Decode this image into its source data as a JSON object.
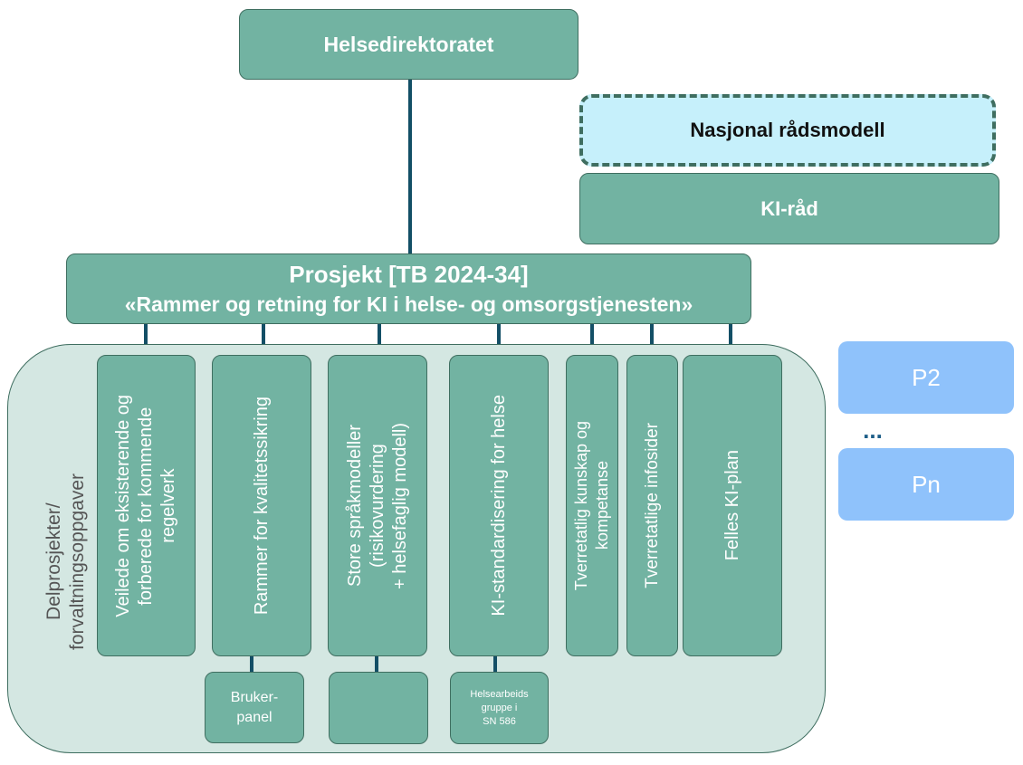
{
  "top": {
    "title": "Helsedirektoratet"
  },
  "national": {
    "title": "Nasjonal rådsmodell"
  },
  "ki_council": {
    "title": "KI-råd"
  },
  "project": {
    "title": "Prosjekt [TB 2024-34]",
    "subtitle": "«Rammer og retning for KI i helse- og omsorgstjenesten»"
  },
  "group_label": "Delprosjekter/\nforvaltningsoppgaver",
  "subprojects": [
    {
      "label": "Veilede om eksisterende og\nforberede for kommende\nregelverk"
    },
    {
      "label": "Rammer for kvalitetssikring"
    },
    {
      "label": "Store språkmodeller\n(risikovurdering\n+ helsefaglig modell)"
    },
    {
      "label": "KI-standardisering for helse"
    },
    {
      "label": "Tverretatlig kunskap og\nkompetanse"
    },
    {
      "label": "Tverretatlige infosider"
    },
    {
      "label": "Felles  KI-plan"
    }
  ],
  "sub_boxes": [
    {
      "label": "Bruker-\npanel"
    },
    {
      "label": ""
    },
    {
      "label": "Helsearbeids\ngruppe i\nSN 586"
    }
  ],
  "others": {
    "p2": "P2",
    "dots": "...",
    "pn": "Pn"
  },
  "colors": {
    "box_fill": "#72b3a2",
    "group_fill": "#d4e7e2",
    "national_fill": "#c6f0fb",
    "connector": "#134f66",
    "p_box_fill": "#8fc2fb",
    "border": "#3f6e60"
  }
}
